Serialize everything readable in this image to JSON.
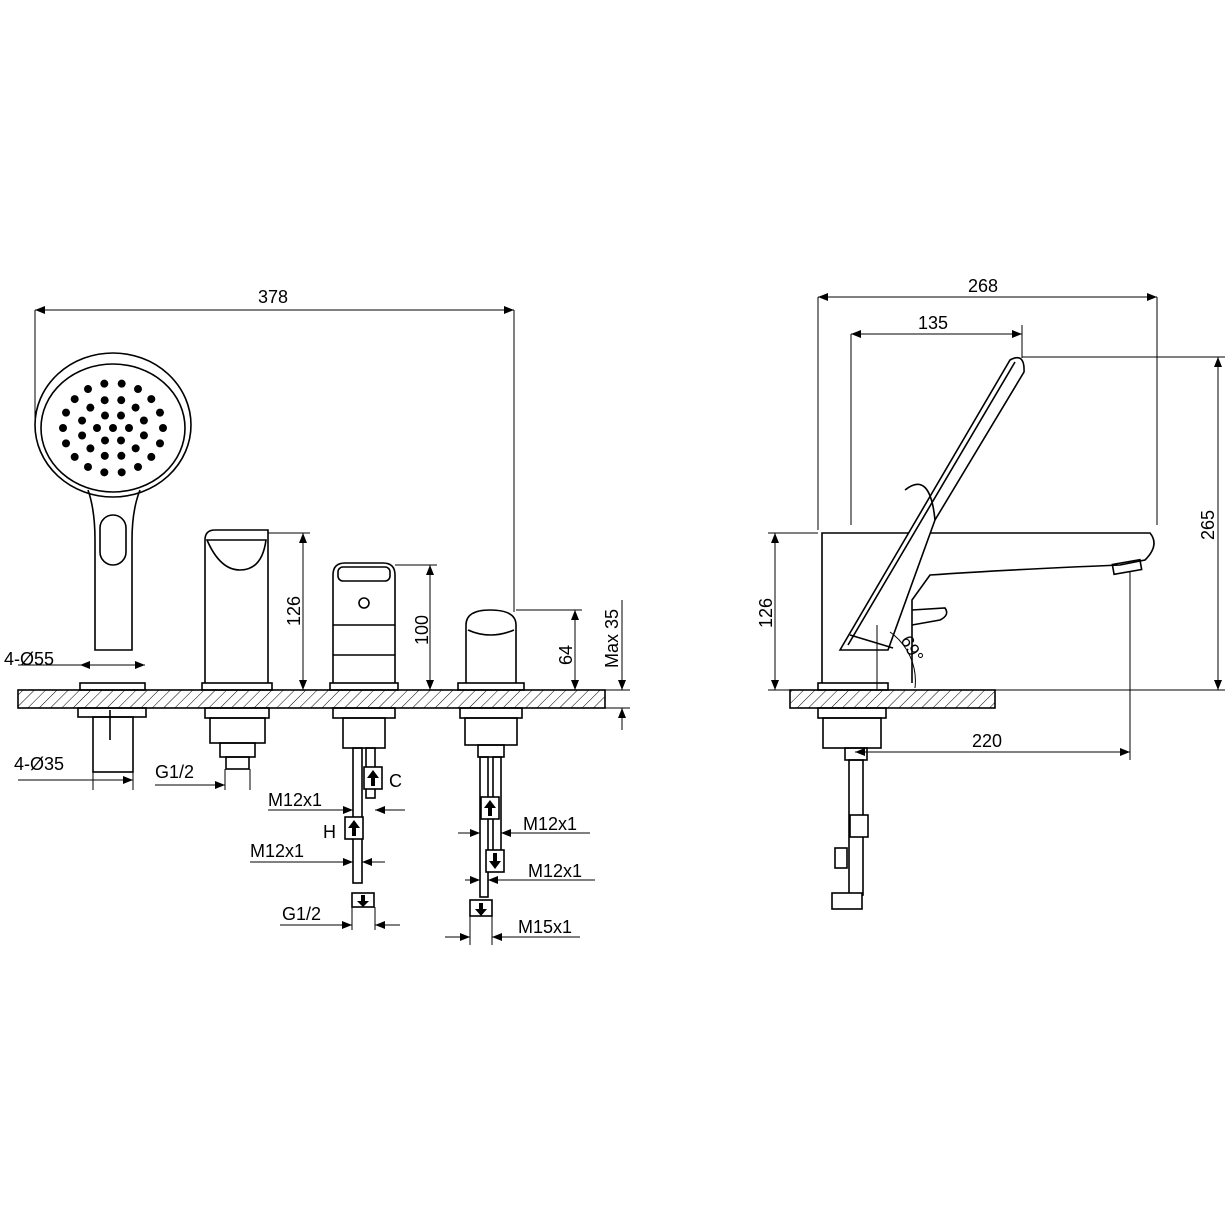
{
  "front_view": {
    "overall_width": "378",
    "hole_diameter_top": "4-Ø55",
    "hole_diameter_bottom": "4-Ø35",
    "spout_connection": "G1/2",
    "spout_height": "126",
    "mixer_height": "100",
    "diverter_height": "64",
    "max_deck_thickness": "Max 35",
    "mixer_thread_upper": "M12x1",
    "cold_label": "C",
    "hot_label": "H",
    "mixer_thread_lower": "M12x1",
    "mixer_outlet": "G1/2",
    "diverter_thread_upper": "M12x1",
    "diverter_thread_lower": "M12x1",
    "diverter_outlet": "M15x1"
  },
  "side_view": {
    "overall_depth": "268",
    "shower_offset": "135",
    "overall_height": "265",
    "spout_height": "126",
    "angle": "69°",
    "spout_reach": "220"
  }
}
